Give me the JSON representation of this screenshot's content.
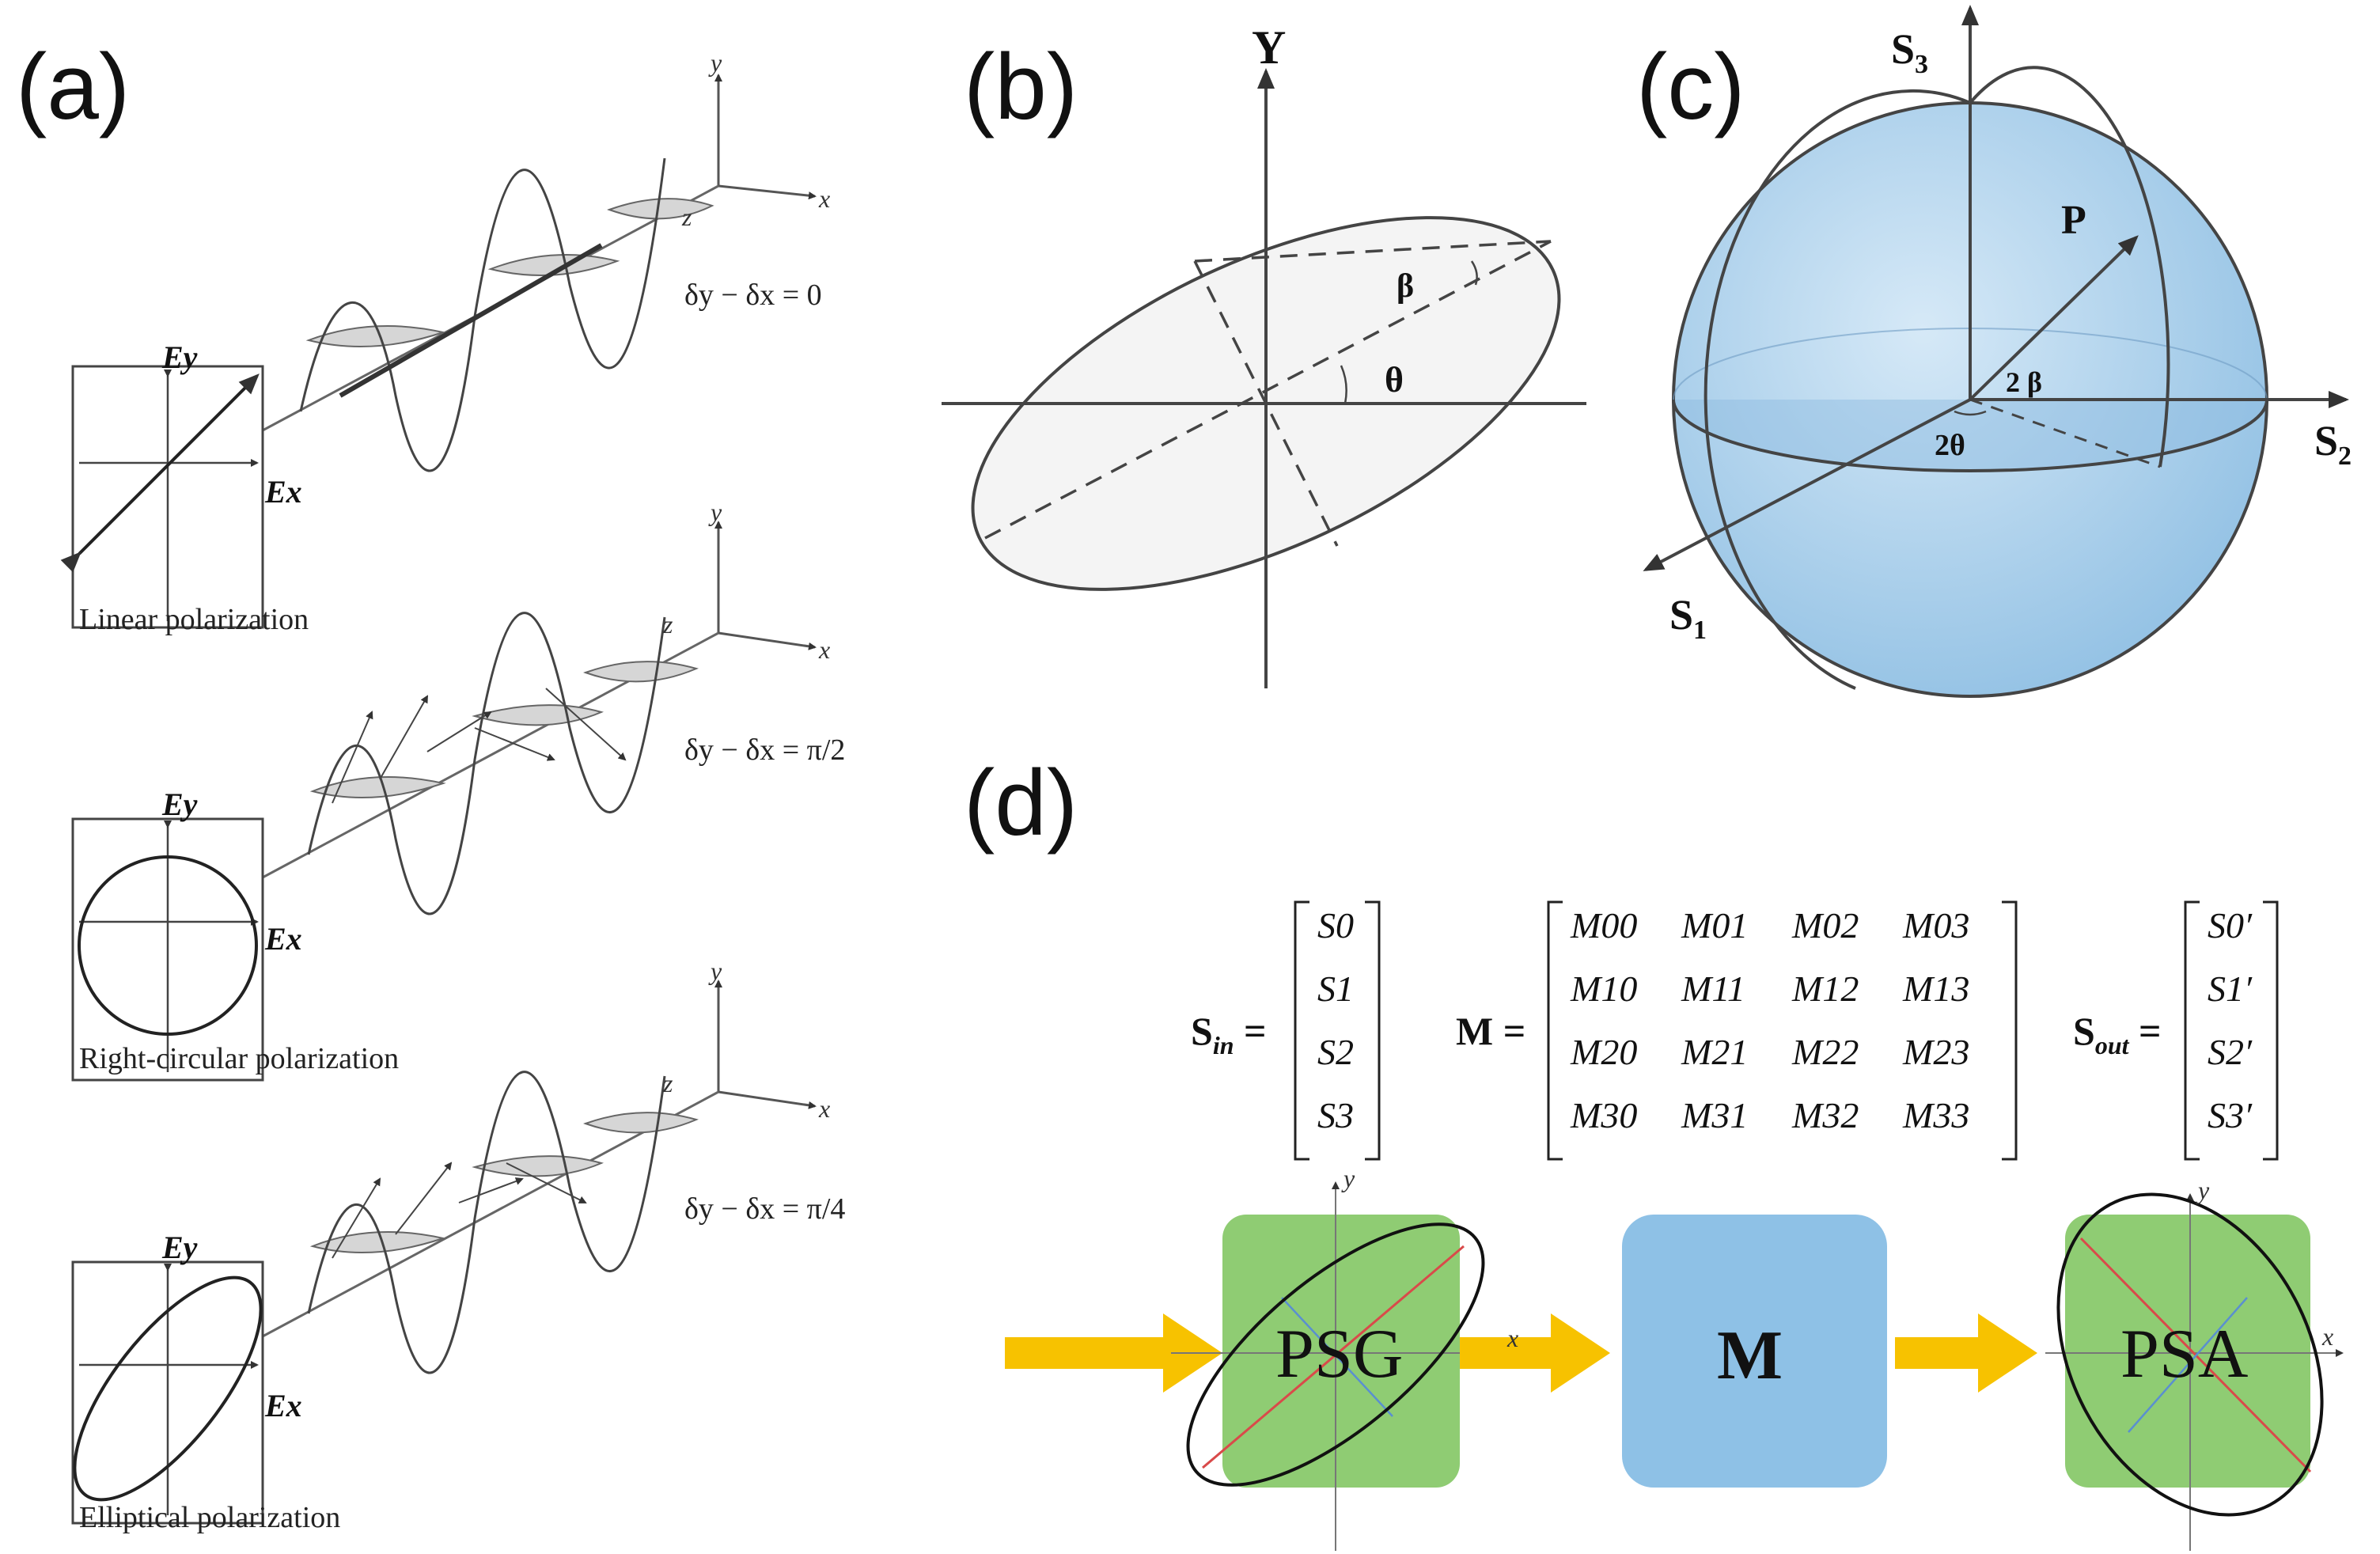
{
  "panels": {
    "a": "(a)",
    "b": "(b)",
    "c": "(c)",
    "d": "(d)"
  },
  "panel_a": {
    "rows": [
      {
        "caption": "Linear polarization",
        "phase": "δy − δx = 0",
        "ey": "Ey",
        "ex": "Ex",
        "axis_x": "x",
        "axis_y": "y",
        "axis_z": "z"
      },
      {
        "caption": "Right-circular polarization",
        "phase": "δy − δx = π/2",
        "ey": "Ey",
        "ex": "Ex",
        "axis_x": "x",
        "axis_y": "y",
        "axis_z": "z"
      },
      {
        "caption": "Elliptical polarization",
        "phase": "δy − δx = π/4",
        "ey": "Ey",
        "ex": "Ex",
        "axis_x": "x",
        "axis_y": "y",
        "axis_z": "z"
      }
    ]
  },
  "panel_b": {
    "axis_y": "Y",
    "beta": "β",
    "theta": "θ"
  },
  "panel_c": {
    "s3": "S",
    "s3_sub": "3",
    "s2": "S",
    "s2_sub": "2",
    "s1": "S",
    "s1_sub": "1",
    "p": "P",
    "two_beta": "2 β",
    "two_theta": "2θ",
    "colors": {
      "sphere": "#a9cde8"
    }
  },
  "panel_d": {
    "sin_label": "S",
    "sin_sub": "in",
    "sin_vector": [
      "S0",
      "S1",
      "S2",
      "S3"
    ],
    "m_label": "M",
    "m_matrix": [
      [
        "M00",
        "M01",
        "M02",
        "M03"
      ],
      [
        "M10",
        "M11",
        "M12",
        "M13"
      ],
      [
        "M20",
        "M21",
        "M22",
        "M23"
      ],
      [
        "M30",
        "M31",
        "M32",
        "M33"
      ]
    ],
    "sout_label": "S",
    "sout_sub": "out",
    "sout_vector": [
      "S0′",
      "S1′",
      "S2′",
      "S3′"
    ],
    "psg": "PSG",
    "m_box": "M",
    "psa": "PSA",
    "axis_x": "x",
    "axis_y": "y",
    "colors": {
      "green": "#8fcc73",
      "blue": "#8ec1e6",
      "arrow": "#f7c200"
    }
  }
}
